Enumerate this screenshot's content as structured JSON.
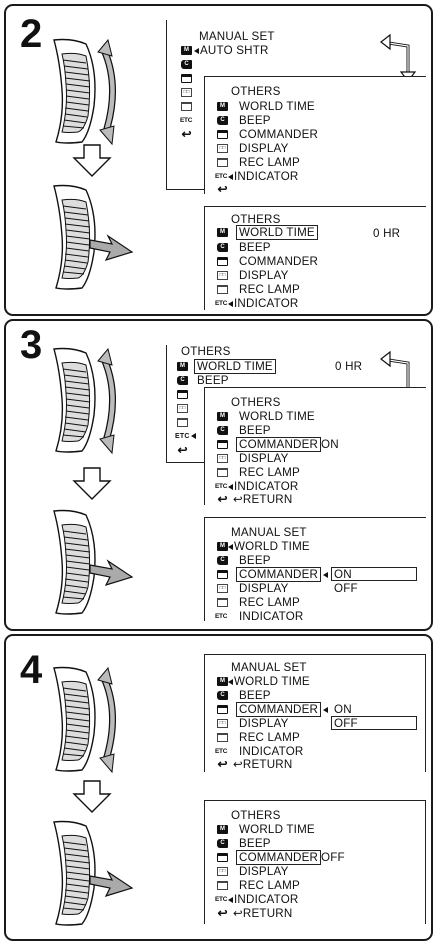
{
  "steps": [
    {
      "number": "2",
      "screens": [
        {
          "title": "MANUAL SET",
          "lines": [
            "AUTO SHTR"
          ]
        },
        {
          "title": "OTHERS",
          "lines": [
            "WORLD TIME",
            "BEEP",
            "COMMANDER",
            "DISPLAY",
            "REC LAMP",
            "INDICATOR"
          ]
        },
        {
          "title": "OTHERS",
          "lines": [
            "WORLD TIME",
            "BEEP",
            "COMMANDER",
            "DISPLAY",
            "REC LAMP",
            "INDICATOR"
          ],
          "value": "0 HR"
        }
      ]
    },
    {
      "number": "3",
      "screens": [
        {
          "title": "OTHERS",
          "lines": [
            "WORLD TIME",
            "BEEP"
          ],
          "value": "0 HR"
        },
        {
          "title": "OTHERS",
          "lines": [
            "WORLD TIME",
            "BEEP",
            "COMMANDER",
            "DISPLAY",
            "REC LAMP",
            "INDICATOR",
            "RETURN"
          ],
          "value": "ON"
        },
        {
          "title": "MANUAL SET",
          "lines": [
            "WORLD TIME",
            "BEEP",
            "COMMANDER",
            "DISPLAY",
            "REC LAMP",
            "INDICATOR"
          ],
          "options": [
            "ON",
            "OFF"
          ]
        }
      ]
    },
    {
      "number": "4",
      "screens": [
        {
          "title": "MANUAL SET",
          "lines": [
            "WORLD TIME",
            "BEEP",
            "COMMANDER",
            "DISPLAY",
            "REC LAMP",
            "INDICATOR",
            "RETURN"
          ],
          "options": [
            "ON",
            "OFF"
          ]
        },
        {
          "title": "OTHERS",
          "lines": [
            "WORLD TIME",
            "BEEP",
            "COMMANDER",
            "DISPLAY",
            "REC LAMP",
            "INDICATOR",
            "RETURN"
          ],
          "value": "OFF"
        }
      ]
    }
  ],
  "icons": {
    "manual": "M-icon",
    "camera": "camera-set-icon",
    "remote": "vcr-set-icon",
    "display": "lcd-set-icon",
    "recorder": "tape-set-icon",
    "etc": "ETC",
    "return": "return-icon"
  }
}
